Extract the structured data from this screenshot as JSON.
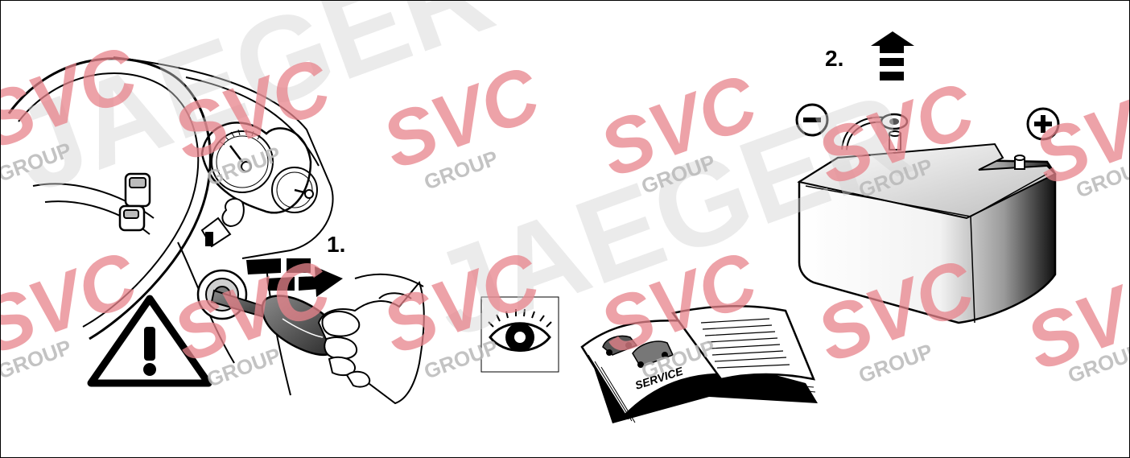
{
  "steps": {
    "step1_label": "1.",
    "step2_label": "2."
  },
  "manual": {
    "cover_text": "SERVICE"
  },
  "watermark": {
    "brand": "SVC",
    "group": "GROUP",
    "name": "JAEGER",
    "brand_color": "#e8848c",
    "group_color": "#b9b9b9"
  },
  "icons": {
    "warning": "warning-triangle-icon",
    "eye": "eye-icon",
    "minus": "minus-terminal-icon",
    "plus": "plus-terminal-icon",
    "up_arrow": "up-arrow-icon"
  }
}
